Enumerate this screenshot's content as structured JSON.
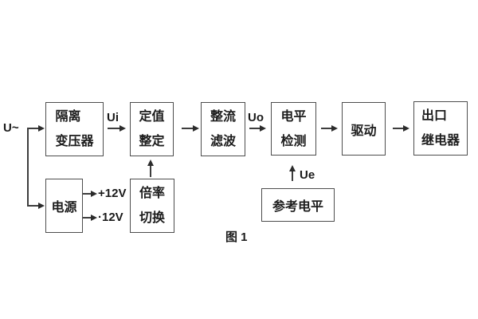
{
  "figure": {
    "caption": "图 1"
  },
  "signals": {
    "input": "U~",
    "ui": "Ui",
    "uo": "Uo",
    "ue": "Ue",
    "plus_12v": "+12V",
    "minus_12v": "·12V"
  },
  "blocks": {
    "isolation": {
      "line1": "隔离",
      "line2": "变压器"
    },
    "setting": {
      "line1": "定值",
      "line2": "整定"
    },
    "rectifier": {
      "line1": "整流",
      "line2": "滤波"
    },
    "level": {
      "line1": "电平",
      "line2": "检测"
    },
    "drive": {
      "label": "驱动"
    },
    "relay": {
      "line1": "出口",
      "line2": "继电器"
    },
    "power": {
      "label": "电源"
    },
    "ratio": {
      "line1": "倍率",
      "line2": "切换"
    },
    "reference": {
      "label": "参考电平"
    }
  },
  "colors": {
    "background": "#ffffff",
    "box_border": "#4d4d4d",
    "line": "#3d3d3d",
    "text": "#1c1c1c"
  }
}
